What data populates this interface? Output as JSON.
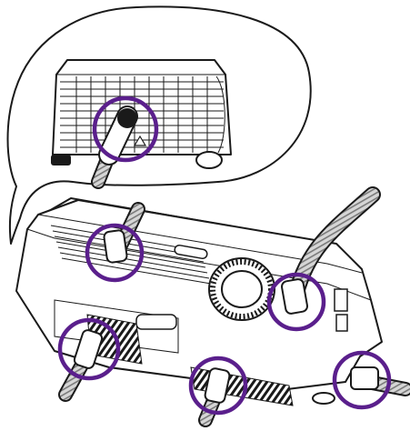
{
  "illustration": {
    "subject": "projector-cable-attachment",
    "colors": {
      "line": "#1a1a1a",
      "background": "#ffffff",
      "highlight_ring": "#5a1f8c",
      "hose": "#8c8c8c",
      "hose_light": "#d6d6d6",
      "vent": "#1a1a1a"
    },
    "callout_bubble": {
      "contains": "rear-view-of-projector"
    },
    "highlight_rings_count": 6
  }
}
